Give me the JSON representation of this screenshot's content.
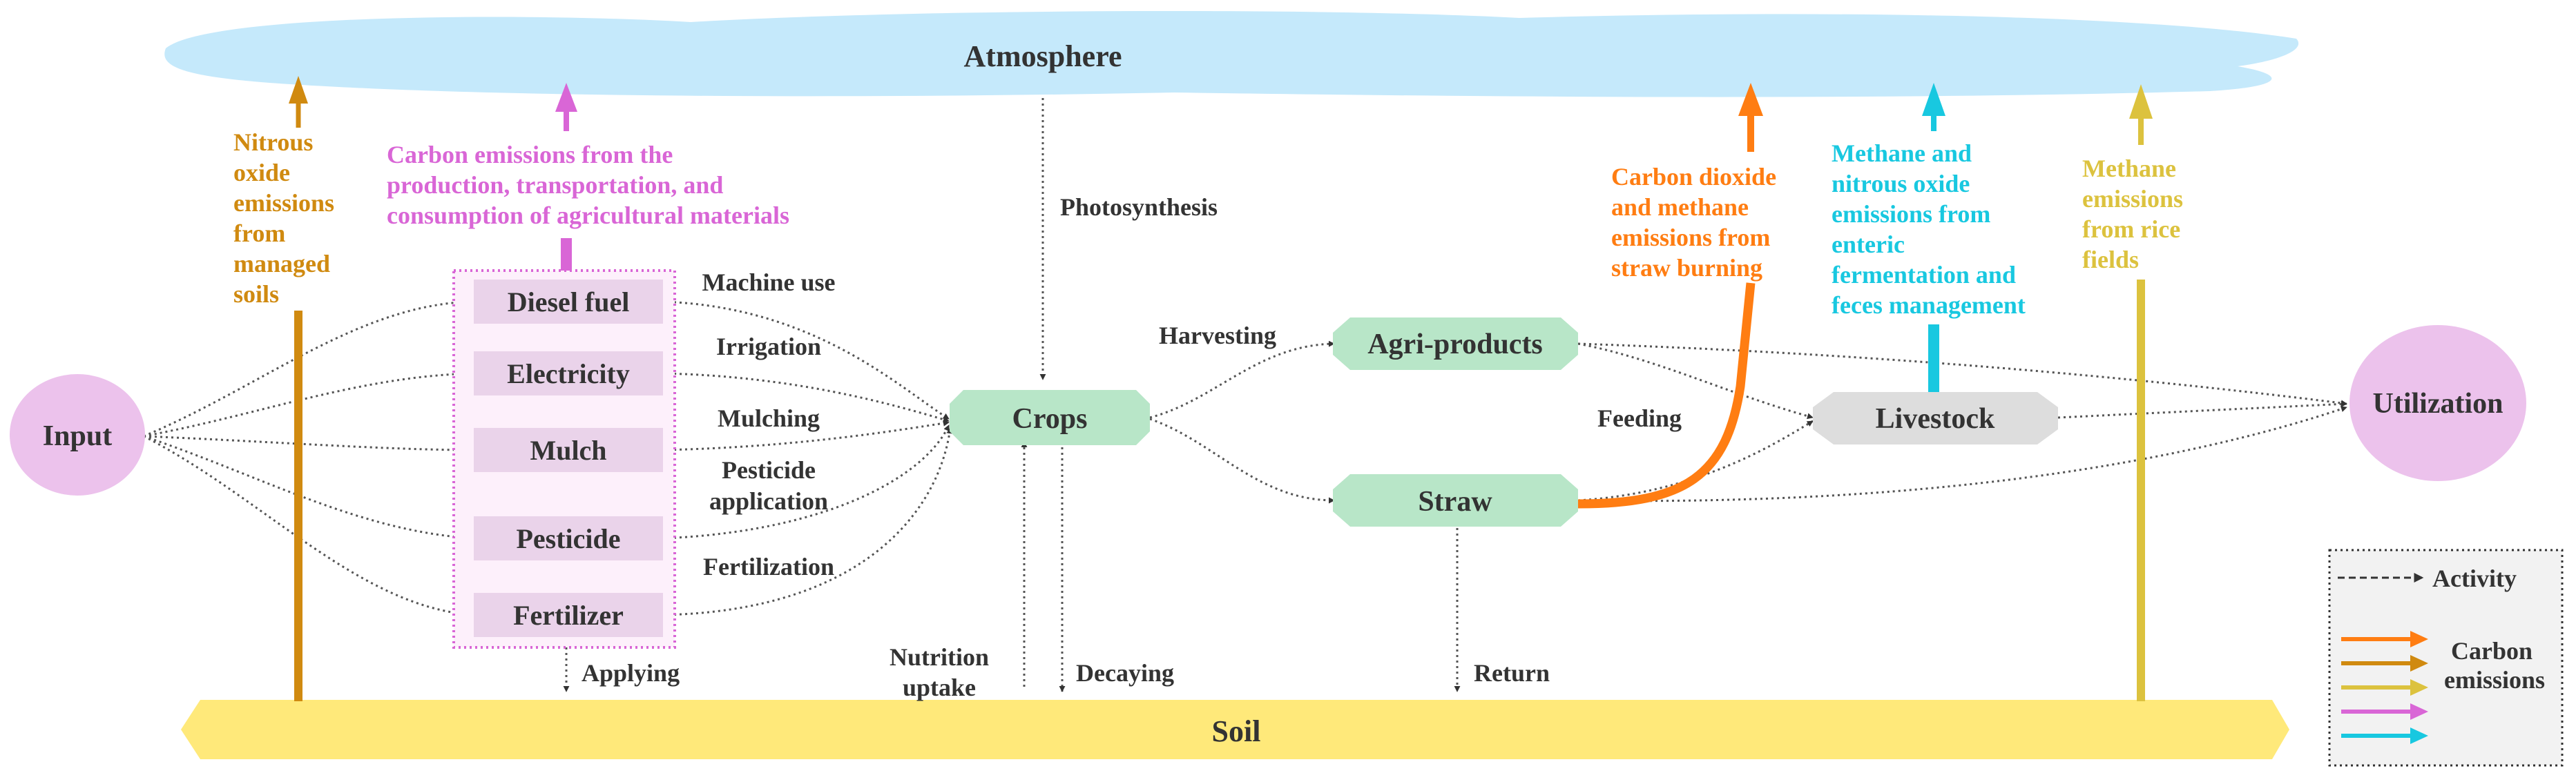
{
  "nodes": {
    "atmosphere": "Atmosphere",
    "soil": "Soil",
    "input": "Input",
    "utilization": "Utilization",
    "crops": "Crops",
    "agri_products": "Agri-products",
    "straw": "Straw",
    "livestock": "Livestock",
    "materials": [
      "Diesel fuel",
      "Electricity",
      "Mulch",
      "Pesticide",
      "Fertilizer"
    ]
  },
  "activities": {
    "machine_use": "Machine use",
    "irrigation": "Irrigation",
    "mulching": "Mulching",
    "pesticide_application": [
      "Pesticide",
      "application"
    ],
    "fertilization": "Fertilization",
    "photosynthesis": "Photosynthesis",
    "harvesting": "Harvesting",
    "feeding": "Feeding",
    "applying": "Applying",
    "nutrition_uptake": [
      "Nutrition",
      "uptake"
    ],
    "decaying": "Decaying",
    "return": "Return"
  },
  "emissions": {
    "nitrous_oxide": [
      "Nitrous",
      "oxide",
      "emissions",
      "from",
      "managed",
      "soils"
    ],
    "agri_materials": [
      "Carbon emissions from the",
      "production, transportation, and",
      "consumption of agricultural materials"
    ],
    "straw_burning": [
      "Carbon dioxide",
      "and methane",
      "emissions from",
      "straw burning"
    ],
    "livestock": [
      "Methane and",
      "nitrous oxide",
      "emissions from",
      "enteric",
      "fermentation and",
      "feces management"
    ],
    "rice": [
      "Methane",
      "emissions",
      "from rice",
      "fields"
    ]
  },
  "legend": {
    "activity": "Activity",
    "carbon": [
      "Carbon",
      "emissions"
    ]
  },
  "colors": {
    "nitrous": "#d08a10",
    "materials": "#d966d6",
    "straw_burning": "#ff7d12",
    "livestock": "#18c8e0",
    "rice": "#dcc23e",
    "cloud": "#c5e9fb",
    "soil": "#ffe97a",
    "green_node": "#b8e6c8",
    "pink_node": "#ecc2ec",
    "material_bg": "#fdf0fb",
    "material_box": "#ead3ea",
    "livestock_node": "#dddddd"
  }
}
